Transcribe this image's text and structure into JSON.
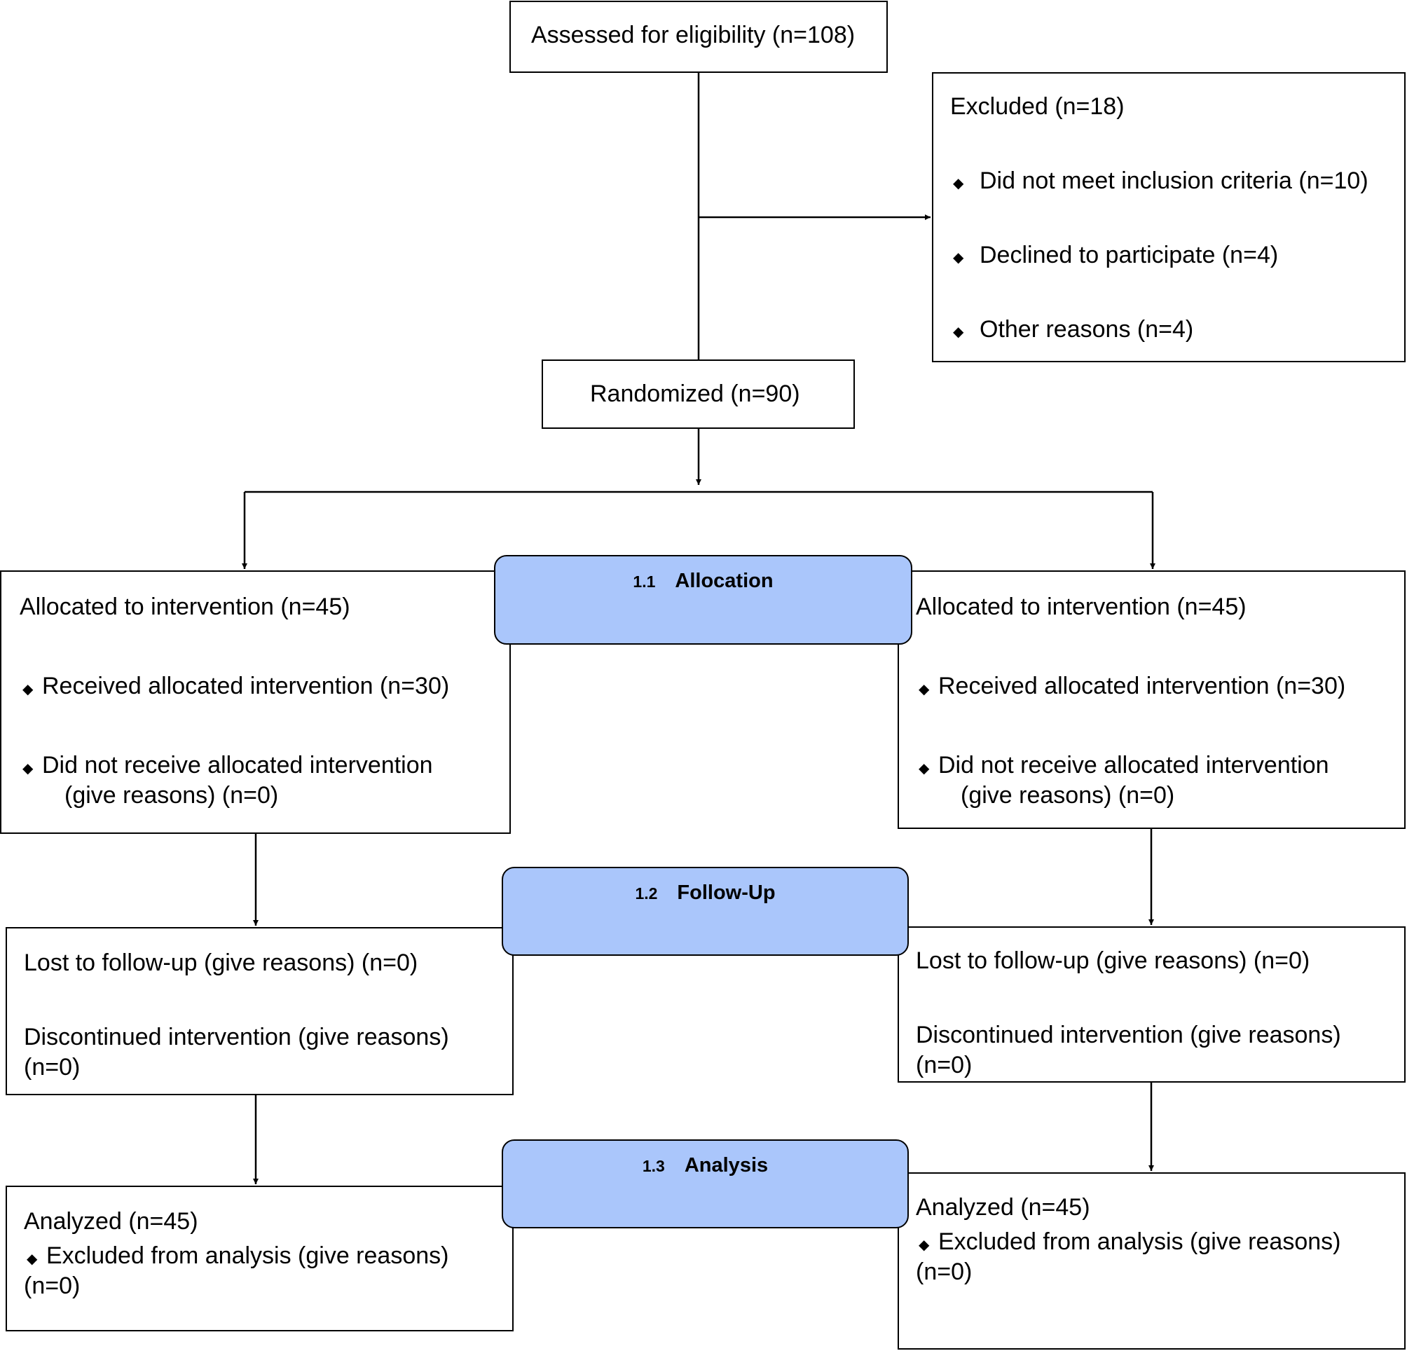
{
  "enrollment": {
    "assessed": "Assessed for eligibility (n=108)",
    "excluded": {
      "title": "Excluded (n=18)",
      "items": [
        "Did not meet inclusion criteria (n=10)",
        "Declined to participate (n=4)",
        "Other reasons (n=4)"
      ]
    },
    "randomized": "Randomized (n=90)"
  },
  "stages": [
    {
      "number": "1.1",
      "label": "Allocation"
    },
    {
      "number": "1.2",
      "label": "Follow-Up"
    },
    {
      "number": "1.3",
      "label": "Analysis"
    }
  ],
  "arms": [
    {
      "allocation": {
        "title": "Allocated to intervention (n=45)",
        "received": "Received allocated intervention (n=30)",
        "not_received": "Did not receive allocated intervention",
        "not_received_cont": "(give reasons) (n=0)"
      },
      "followup": {
        "lost": "Lost to follow-up (give reasons) (n=0)",
        "discontinued": "Discontinued intervention (give reasons)",
        "discontinued_cont": "(n=0)"
      },
      "analysis": {
        "analyzed": "Analyzed (n=45)",
        "excluded": "Excluded from analysis (give reasons)",
        "excluded_cont": "(n=0)"
      }
    },
    {
      "allocation": {
        "title": "Allocated to intervention (n=45)",
        "received": "Received allocated intervention (n=30)",
        "not_received": "Did not receive allocated intervention",
        "not_received_cont": "(give reasons) (n=0)"
      },
      "followup": {
        "lost": "Lost to follow-up (give reasons) (n=0)",
        "discontinued": "Discontinued intervention (give reasons)",
        "discontinued_cont": "(n=0)"
      },
      "analysis": {
        "analyzed": "Analyzed (n=45)",
        "excluded": "Excluded from analysis (give reasons)",
        "excluded_cont": "(n=0)"
      }
    }
  ],
  "bullet_symbol": "◆",
  "colors": {
    "stage_fill": "#aac6fb",
    "stroke": "#000000"
  }
}
